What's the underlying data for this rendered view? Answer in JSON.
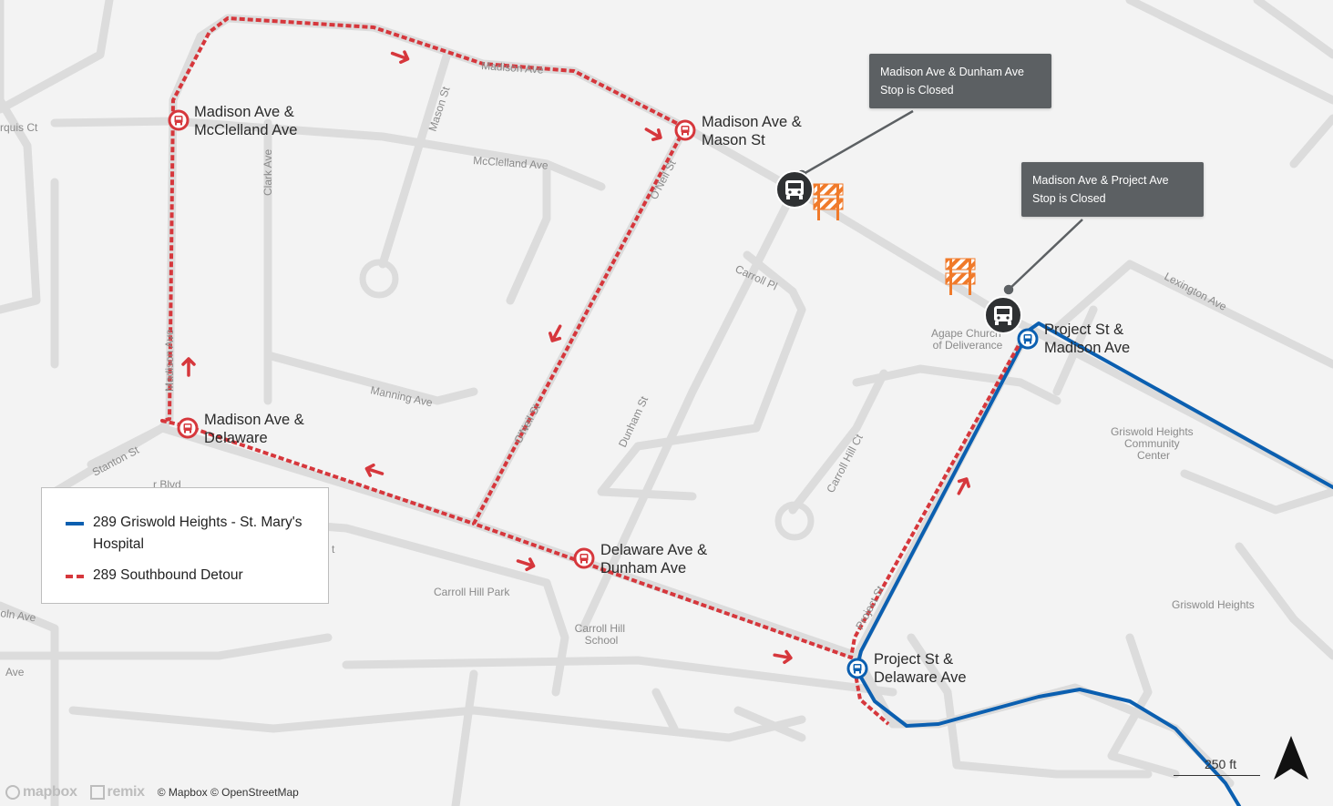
{
  "map": {
    "streets": [
      {
        "name": "Madison Ave",
        "id": "madison-top"
      },
      {
        "name": "Mason St",
        "id": "mason"
      },
      {
        "name": "McClelland Ave",
        "id": "mcclelland"
      },
      {
        "name": "Clark Ave",
        "id": "clark"
      },
      {
        "name": "O'Neil St",
        "id": "oneil-1"
      },
      {
        "name": "O'Neil St",
        "id": "oneil-2"
      },
      {
        "name": "Carroll Pl",
        "id": "carroll-pl"
      },
      {
        "name": "Lexington Ave",
        "id": "lexington"
      },
      {
        "name": "Manning Ave",
        "id": "manning"
      },
      {
        "name": "Madison Ave",
        "id": "madison-west"
      },
      {
        "name": "Stanton St",
        "id": "stanton"
      },
      {
        "name": "Dunham St",
        "id": "dunham"
      },
      {
        "name": "Carroll Hill Ct",
        "id": "carroll-hill-ct"
      },
      {
        "name": "Project St",
        "id": "project"
      },
      {
        "name": "rquis Ct",
        "id": "marquis"
      },
      {
        "name": "r Blvd",
        "id": "blvd"
      },
      {
        "name": "oln Ave",
        "id": "lincoln"
      },
      {
        "name": "Ave",
        "id": "ave-left"
      },
      {
        "name": "t",
        "id": "t-frag"
      }
    ],
    "pois": [
      {
        "name": "Agape Church of Deliverance",
        "lines": [
          "Agape Church",
          "of Deliverance"
        ]
      },
      {
        "name": "Griswold Heights Community Center",
        "lines": [
          "Griswold Heights",
          "Community",
          "Center"
        ]
      },
      {
        "name": "Carroll Hill Park",
        "lines": [
          "Carroll Hill Park"
        ]
      },
      {
        "name": "Carroll Hill School",
        "lines": [
          "Carroll Hill",
          "School"
        ]
      },
      {
        "name": "Griswold Heights",
        "lines": [
          "Griswold Heights"
        ]
      }
    ],
    "detour_stops": [
      {
        "lines": [
          "Madison Ave &",
          "McClelland Ave"
        ]
      },
      {
        "lines": [
          "Madison Ave &",
          "Mason St"
        ]
      },
      {
        "lines": [
          "Madison Ave &",
          "Delaware"
        ]
      },
      {
        "lines": [
          "Delaware Ave &",
          "Dunham Ave"
        ]
      }
    ],
    "route_stops": [
      {
        "lines": [
          "Project St &",
          "Madison Ave"
        ]
      },
      {
        "lines": [
          "Project St &",
          "Delaware Ave"
        ]
      }
    ],
    "closed_stops": [
      {
        "line1": "Madison Ave & Dunham Ave",
        "line2": "Stop is Closed"
      },
      {
        "line1": "Madison Ave & Project Ave",
        "line2": "Stop is Closed"
      }
    ],
    "colors": {
      "route": "#0b5fb0",
      "detour": "#d6373c",
      "road": "#dcdcdc",
      "background": "#f3f3f3",
      "closed_stop": "#2f3133",
      "tooltip": "#5c6063",
      "barrier": "#f07a2a"
    }
  },
  "legend": {
    "items": [
      {
        "label": "289 Griswold Heights - St. Mary's Hospital",
        "style": "solid",
        "color": "#0b5fb0"
      },
      {
        "label": "289 Southbound Detour",
        "style": "dashed",
        "color": "#d6373c"
      }
    ]
  },
  "attribution": {
    "mapbox_logo": "mapbox",
    "remix_logo": "remix",
    "text": "© Mapbox © OpenStreetMap"
  },
  "scale": {
    "label": "250 ft"
  },
  "icons": {
    "north_arrow": "north-arrow-icon",
    "bus": "bus-icon",
    "barrier": "road-barrier-icon"
  }
}
